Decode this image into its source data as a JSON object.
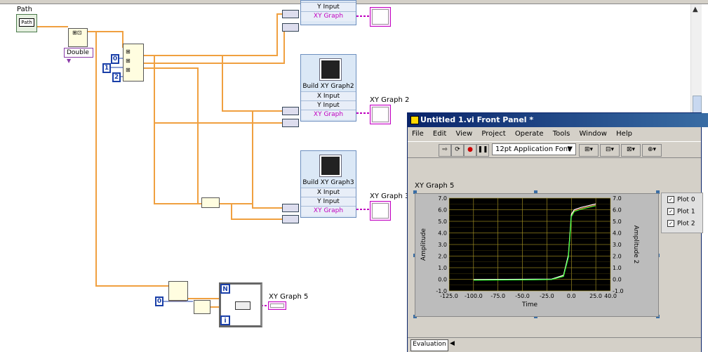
{
  "diagram": {
    "path_label": "Path",
    "path_control": "Path",
    "double_label": "Double",
    "consts": [
      "0",
      "1",
      "2",
      "0"
    ],
    "top_build": {
      "y_input": "Y Input",
      "xy_graph": "XY Graph"
    },
    "build2": {
      "title": "Build XY Graph2",
      "x_input": "X Input",
      "y_input": "Y Input",
      "xy_graph": "XY Graph"
    },
    "build3": {
      "title": "Build XY Graph3",
      "x_input": "X Input",
      "y_input": "Y Input",
      "xy_graph": "XY Graph"
    },
    "graph2_label": "XY Graph 2",
    "graph3_label": "XY Graph 3",
    "graph5_label": "XY Graph 5",
    "loop_N": "N",
    "loop_i": "i",
    "wire_color": "#f0a040"
  },
  "front_panel": {
    "title": "Untitled 1.vi Front Panel *",
    "menu": [
      "File",
      "Edit",
      "View",
      "Project",
      "Operate",
      "Tools",
      "Window",
      "Help"
    ],
    "font_select": "12pt Application Font",
    "graph_label": "XY Graph 5",
    "legend": [
      "Plot 0",
      "Plot 1",
      "Plot 2"
    ],
    "status_text": "Evaluation"
  },
  "chart_data": {
    "type": "line",
    "title": "XY Graph 5",
    "xlabel": "Time",
    "ylabel": "Amplitude",
    "y2label": "Amplitude 2",
    "xlim": [
      -125,
      40
    ],
    "ylim": [
      -1.0,
      7.0
    ],
    "x_ticks": [
      "-125.0",
      "-100.0",
      "-75.0",
      "-50.0",
      "-25.0",
      "0.0",
      "25.0",
      "40.0"
    ],
    "y_ticks": [
      "7.0",
      "6.0",
      "5.0",
      "4.0",
      "3.0",
      "2.0",
      "1.0",
      "0.0",
      "-1.0"
    ],
    "y2_ticks": [
      "7.0",
      "6.0",
      "5.0",
      "4.0",
      "3.0",
      "2.0",
      "1.0",
      "0.0",
      "-1.0"
    ],
    "grid": true,
    "legend_position": "right",
    "series": [
      {
        "name": "Plot 0",
        "color": "#ff3030",
        "x": [
          -100,
          -50,
          -20,
          -8,
          -3,
          0,
          3,
          10,
          25
        ],
        "y": [
          -0.05,
          -0.03,
          0.0,
          0.3,
          2.0,
          5.5,
          5.9,
          6.1,
          6.4
        ]
      },
      {
        "name": "Plot 1",
        "color": "#ffffff",
        "x": [
          -100,
          -50,
          -20,
          -8,
          -3,
          0,
          3,
          10,
          25
        ],
        "y": [
          -0.02,
          0.0,
          0.02,
          0.35,
          2.1,
          5.6,
          6.0,
          6.2,
          6.5
        ]
      },
      {
        "name": "Plot 2",
        "color": "#30ff30",
        "x": [
          -100,
          -50,
          -20,
          -8,
          -3,
          0,
          3,
          10,
          25
        ],
        "y": [
          -0.08,
          -0.05,
          -0.02,
          0.25,
          1.9,
          5.4,
          5.85,
          6.05,
          6.35
        ]
      }
    ]
  }
}
